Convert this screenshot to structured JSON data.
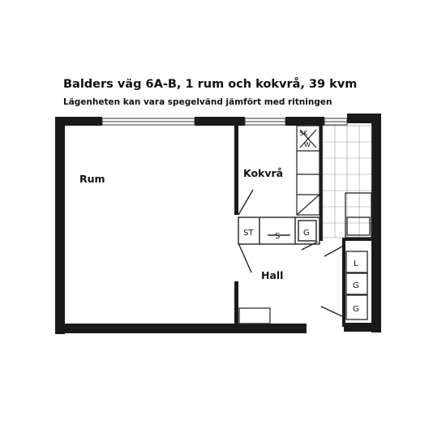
{
  "title": "Balders väg 6A-B, 1 rum och kokvrå, 39 kvm",
  "subtitle": "Lägenheten kan vara spegelvänd jämfört med ritningen",
  "rooms": {
    "rum": "Rum",
    "kokvra": "Kokvrå",
    "hall": "Hall"
  },
  "fixtures": {
    "st": "ST",
    "s": "S",
    "g_kitchen": "G",
    "sk": "SK",
    "w": "W",
    "closet_l": "L",
    "closet_g1": "G",
    "closet_g2": "G"
  }
}
